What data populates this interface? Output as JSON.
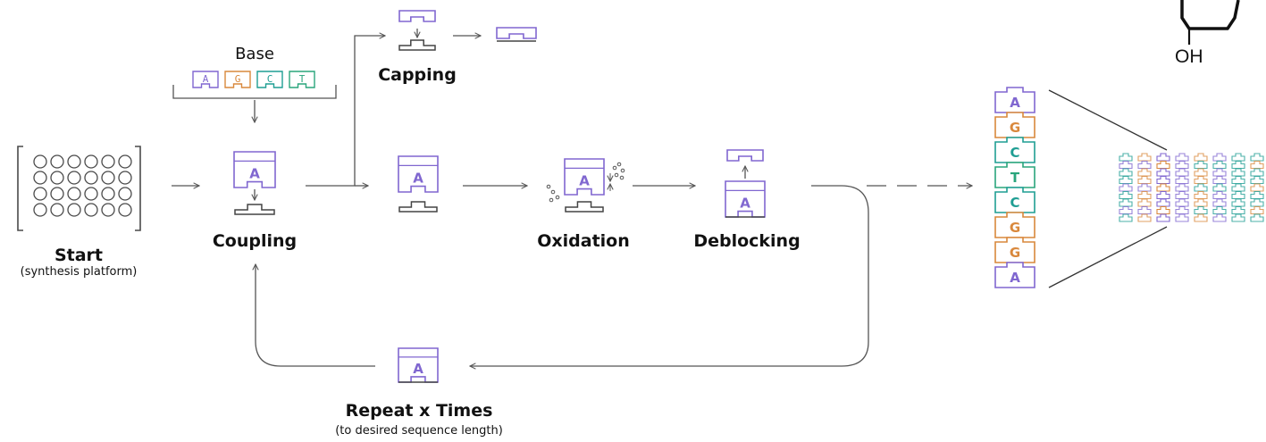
{
  "colors": {
    "A": "#8067d0",
    "G": "#d9883c",
    "C": "#1f9e93",
    "T": "#2aa57c",
    "line": "#555555",
    "platform": "#4a4a4a",
    "support": "#444444"
  },
  "labels": {
    "base": "Base",
    "capping": "Capping",
    "coupling": "Coupling",
    "oxidation": "Oxidation",
    "deblocking": "Deblocking",
    "start": "Start",
    "start_sub": "(synthesis platform)",
    "repeat": "Repeat x Times",
    "repeat_sub": "(to desired sequence length)",
    "oh": "OH"
  },
  "bases": [
    "A",
    "G",
    "C",
    "T"
  ],
  "active_base": "A",
  "sequence": [
    "A",
    "G",
    "C",
    "T",
    "C",
    "G",
    "G",
    "A"
  ],
  "oligo_pool_colors": [
    "C",
    "G",
    "A",
    "A",
    "G",
    "A",
    "C",
    "C"
  ]
}
